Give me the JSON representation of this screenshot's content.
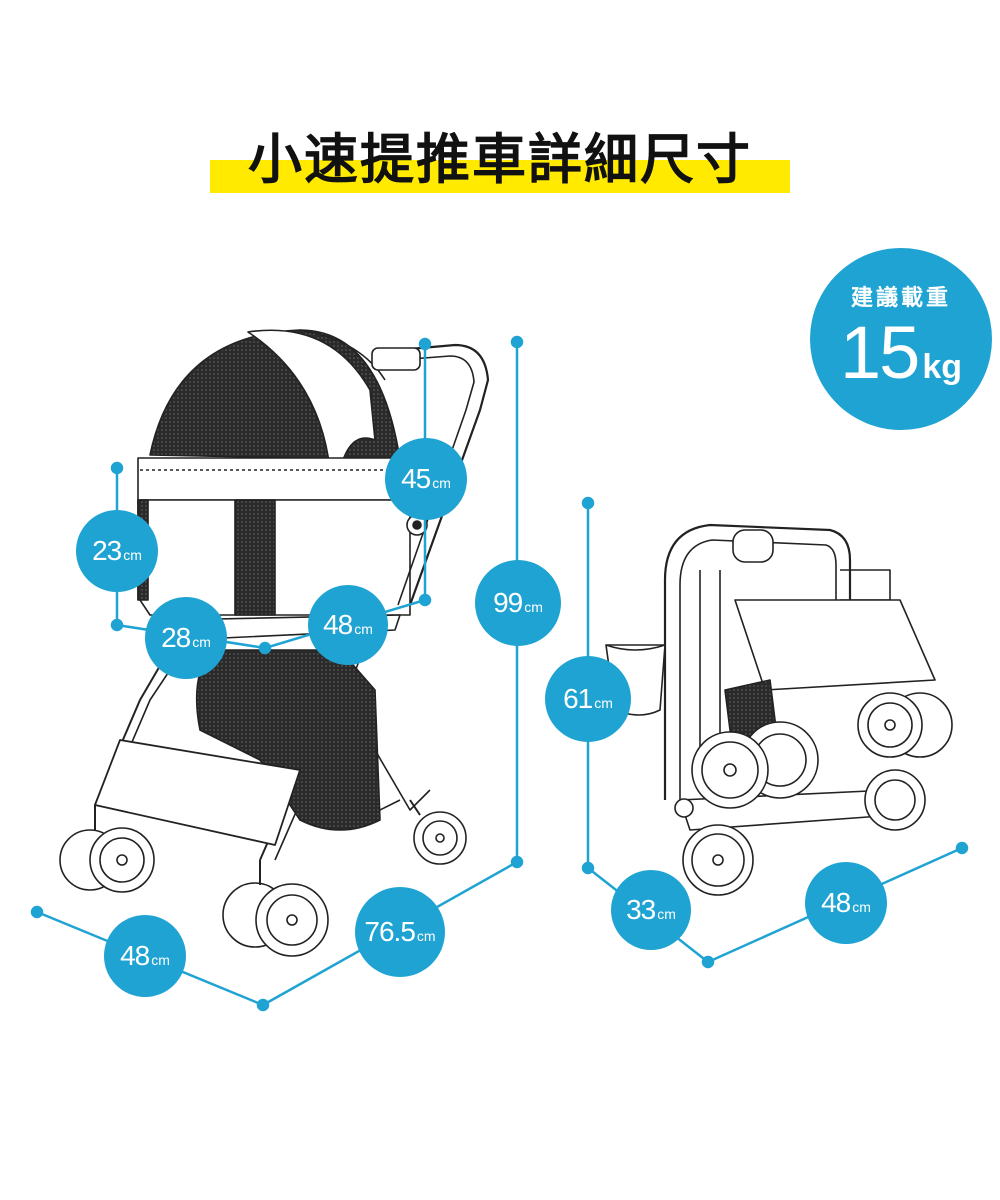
{
  "header": {
    "title": "小速提推車詳細尺寸"
  },
  "load": {
    "label": "建議載重",
    "value": "15",
    "unit": "kg"
  },
  "dimensions": {
    "unit": "cm",
    "open_canopy_height": "23",
    "open_seat_depth": "28",
    "open_top_depth": "45",
    "open_seat_width": "48",
    "open_height": "99",
    "open_width": "48",
    "open_length": "76.5",
    "folded_height": "61",
    "folded_depth": "33",
    "folded_width": "48"
  },
  "colors": {
    "accent": "#1fa3d2",
    "highlight": "#ffea00",
    "line": "#1fa3d2",
    "drawing": "#222222"
  }
}
